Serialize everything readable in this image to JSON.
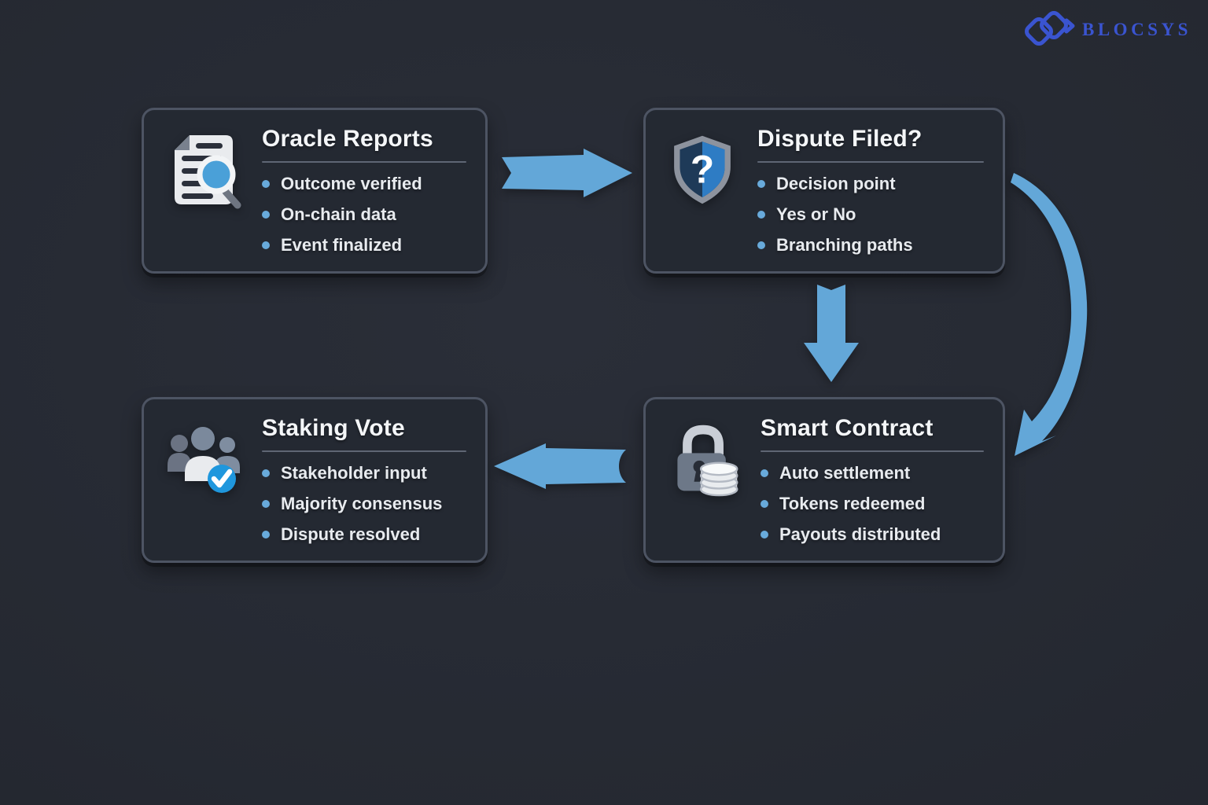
{
  "brand": {
    "name": "BLOCSYS",
    "logo_icon": "blocsys-diamonds-icon",
    "color": "#3a54d0"
  },
  "diagram": {
    "cards": [
      {
        "title": "Oracle Reports",
        "icon": "document-search-icon",
        "bullets": [
          "Outcome verified",
          "On-chain data",
          "Event finalized"
        ]
      },
      {
        "title": "Dispute Filed?",
        "icon": "shield-question-icon",
        "icon_glyph": "?",
        "bullets": [
          "Decision point",
          "Yes or No",
          "Branching paths"
        ]
      },
      {
        "title": "Smart Contract",
        "icon": "lock-coins-icon",
        "bullets": [
          "Auto settlement",
          "Tokens redeemed",
          "Payouts distributed"
        ]
      },
      {
        "title": "Staking Vote",
        "icon": "people-check-icon",
        "bullets": [
          "Stakeholder input",
          "Majority consensus",
          "Dispute resolved"
        ]
      }
    ],
    "arrows": [
      {
        "name": "arrow-oracle-to-dispute",
        "direction": "right"
      },
      {
        "name": "arrow-dispute-to-contract",
        "direction": "down"
      },
      {
        "name": "arrow-dispute-to-contract-curved",
        "direction": "curved-down"
      },
      {
        "name": "arrow-contract-to-staking",
        "direction": "left"
      }
    ],
    "colors": {
      "background": "#262a33",
      "card_fill": "#242932",
      "card_border": "#4d5463",
      "arrow_blue": "#63a7d8",
      "bullet_dot": "#68aadb",
      "title_text": "#f4f6f8",
      "bullet_text": "#e8ebef",
      "shield_blue": "#2e7cc4",
      "check_blue": "#1f97dd"
    }
  }
}
